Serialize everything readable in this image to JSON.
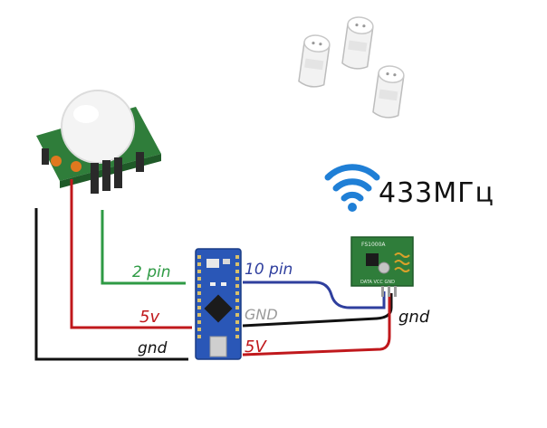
{
  "labels": {
    "frequency": "433МГц",
    "pin2": "2 pin",
    "pin10": "10 pin",
    "power_left": "5v",
    "power_right": "5V",
    "ground_left": "gnd",
    "ground_center": "GND",
    "ground_right": "gnd"
  },
  "board_text": {
    "rf_module_code": "FS1000A",
    "rf_module_pins": "DATA VCC GND"
  },
  "colors": {
    "wire_black": "#111111",
    "wire_red": "#c0181c",
    "wire_green": "#2e9a44",
    "wire_blue": "#2f3f9e",
    "wifi_blue": "#1f7fd6",
    "pcb_green": "#2f7d3a",
    "nano_blue": "#2a57b7"
  },
  "icons": [
    "pir-sensor-icon",
    "smart-plug-icon",
    "wifi-signal-icon",
    "arduino-nano-icon",
    "rf-transmitter-icon"
  ]
}
